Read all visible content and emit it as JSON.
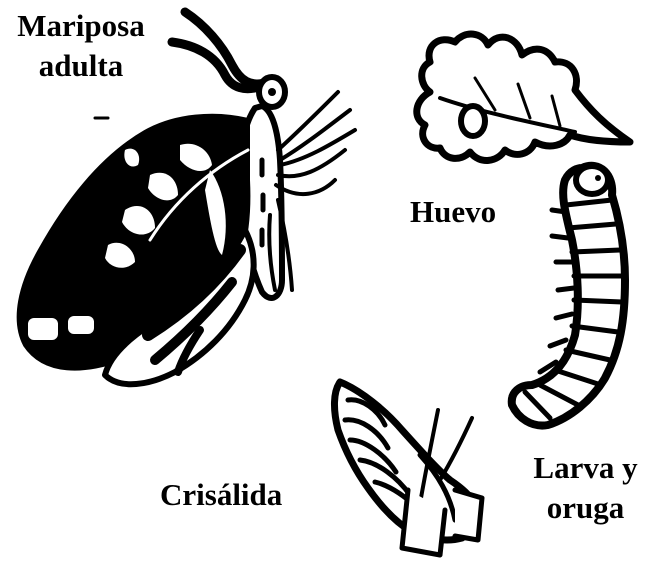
{
  "diagram": {
    "stages": [
      {
        "id": "adult",
        "lines": [
          "Mariposa",
          "adulta"
        ],
        "icon": "butterfly-icon"
      },
      {
        "id": "egg",
        "lines": [
          "Huevo"
        ],
        "icon": "leaf-with-egg-icon"
      },
      {
        "id": "larva",
        "lines": [
          "Larva y",
          "oruga"
        ],
        "icon": "caterpillar-icon"
      },
      {
        "id": "pupa",
        "lines": [
          "Crisálida"
        ],
        "icon": "chrysalis-icon"
      }
    ],
    "colors": {
      "ink": "#000000",
      "background": "#ffffff"
    }
  }
}
